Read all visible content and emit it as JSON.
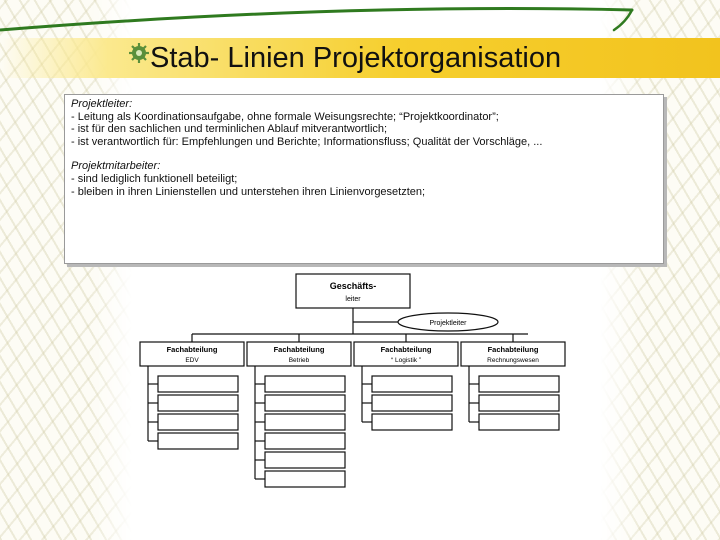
{
  "title": "Stab- Linien Projektorganisation",
  "text": {
    "leader_heading": "Projektleiter:",
    "leader_items": [
      "- Leitung als Koordinationsaufgabe, ohne formale Weisungsrechte; “Projektkoordinator”;",
      "- ist für den sachlichen und terminlichen Ablauf mitverantwortlich;",
      "- ist verantwortlich für: Empfehlungen und Berichte; Informationsfluss; Qualität der Vorschläge, ..."
    ],
    "members_heading": "Projektmitarbeiter:",
    "members_items": [
      "- sind lediglich funktionell beteiligt;",
      "- bleiben in ihren Linienstellen und unterstehen ihren Linienvorgesetzten;"
    ]
  },
  "chart": {
    "top_line1": "Geschäfts-",
    "top_line2": "leiter",
    "staff": "Projektleiter",
    "departments": [
      {
        "line1": "Fachabteilung",
        "line2": "EDV",
        "subunits": 4
      },
      {
        "line1": "Fachabteilung",
        "line2": "Betrieb",
        "subunits": 6
      },
      {
        "line1": "Fachabteilung",
        "line2": "“ Logistik ”",
        "subunits": 3
      },
      {
        "line1": "Fachabteilung",
        "line2": "Rechnungswesen",
        "subunits": 3
      }
    ]
  },
  "colors": {
    "title_band": "#f4c82a",
    "swoosh": "#2f7a1f",
    "icon": "#5a8f3a"
  }
}
